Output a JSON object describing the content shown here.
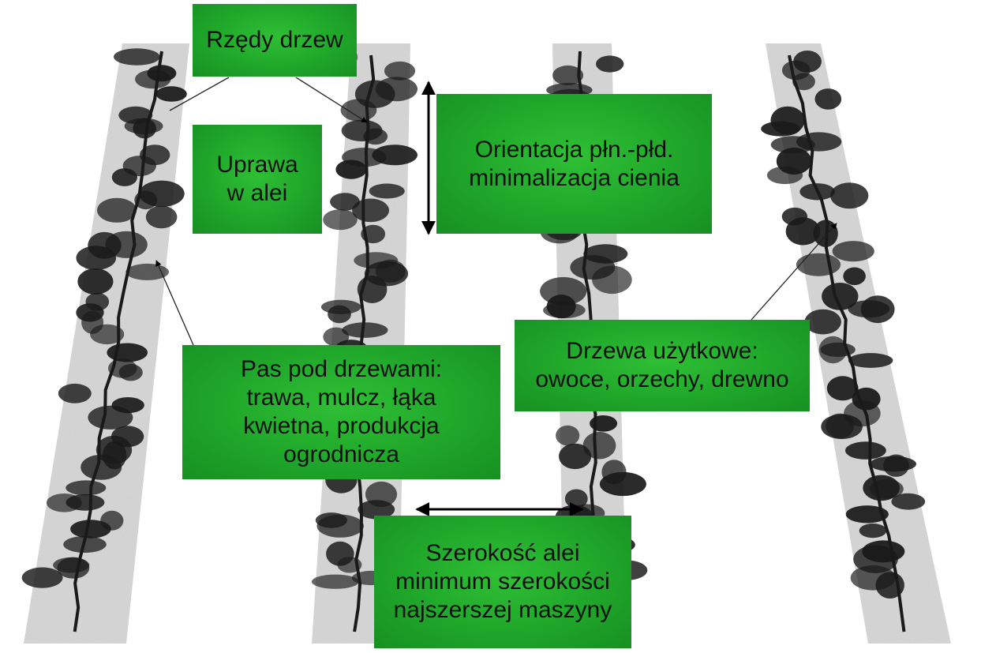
{
  "diagram": {
    "labels": {
      "tree_rows": "Rzędy drzew",
      "alley_crop": "Uprawa\nw alei",
      "orientation": "Orientacja płn.-płd.\nminimalizacja cienia",
      "strip_under_trees": "Pas pod drzewami:\ntrawa, mulcz, łąka\nkwietna, produkcja\nogrodnicza",
      "useful_trees": "Drzewa użytkowe:\nowoce, orzechy, drewno",
      "alley_width": "Szerokość alei\nminimum szerokości\nnajszerszej maszyny"
    },
    "colors": {
      "label_fill": "#1fa62a",
      "label_text": "#111111",
      "strip_fill": "#d9d9d9",
      "tree_foliage": "#1a1a1a",
      "arrow": "#000000"
    },
    "tree_rows_count": 4
  }
}
